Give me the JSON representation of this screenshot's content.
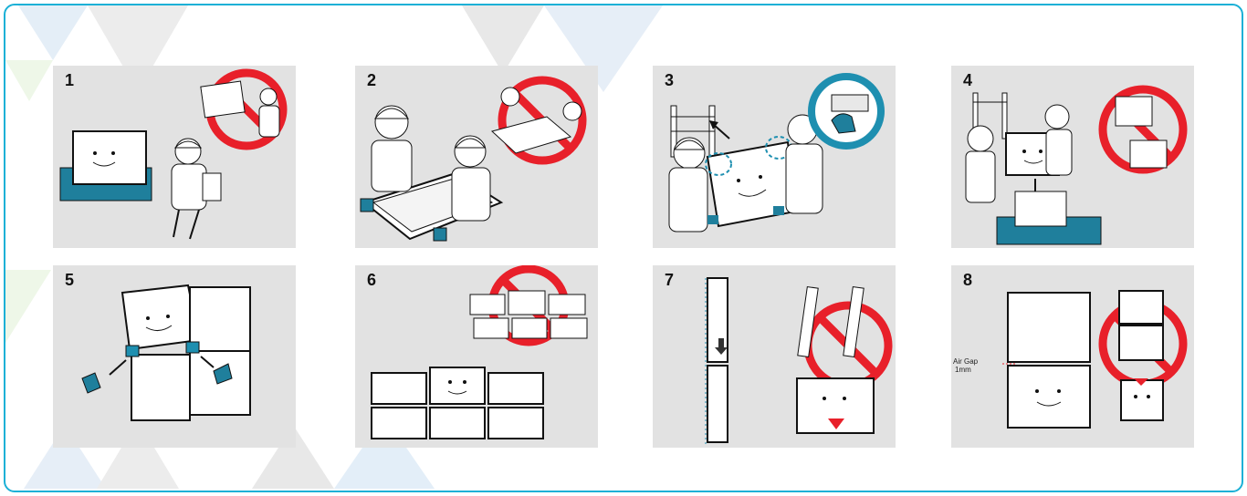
{
  "steps": [
    {
      "number": "1"
    },
    {
      "number": "2"
    },
    {
      "number": "3"
    },
    {
      "number": "4"
    },
    {
      "number": "5"
    },
    {
      "number": "6"
    },
    {
      "number": "7"
    },
    {
      "number": "8"
    }
  ],
  "step8": {
    "air_gap_label": "Air Gap",
    "air_gap_value": "1mm"
  },
  "colors": {
    "border": "#1ab0d6",
    "panel": "#e2e2e2",
    "prohibited": "#e8202a",
    "highlight": "#1e8fb0",
    "stand": "#1f7f9c"
  }
}
